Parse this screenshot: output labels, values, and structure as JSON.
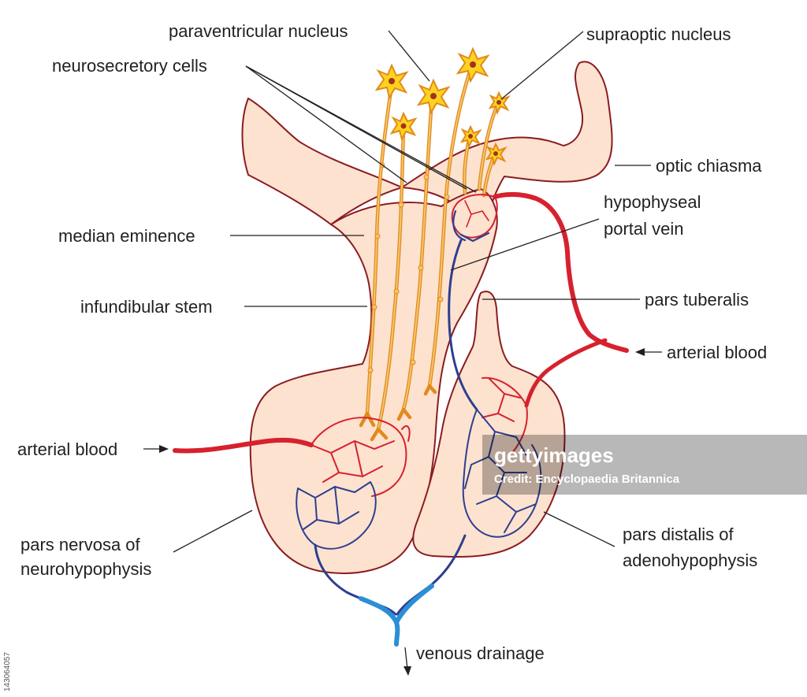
{
  "labels": {
    "paraventricular_nucleus": "paraventricular nucleus",
    "supraoptic_nucleus": "supraoptic nucleus",
    "neurosecretory_cells": "neurosecretory cells",
    "optic_chiasma": "optic chiasma",
    "hypophyseal_portal_vein_line1": "hypophyseal",
    "hypophyseal_portal_vein_line2": "portal vein",
    "median_eminence": "median eminence",
    "pars_tuberalis": "pars tuberalis",
    "infundibular_stem": "infundibular stem",
    "arterial_blood_right": "arterial blood",
    "arterial_blood_left": "arterial blood",
    "pars_nervosa_line1": "pars nervosa of",
    "pars_nervosa_line2": "neurohypophysis",
    "pars_distalis_line1": "pars distalis of",
    "pars_distalis_line2": "adenohypophysis",
    "venous_drainage": "venous drainage"
  },
  "watermark": {
    "brand": "gettyimages",
    "credit": "Credit: Encyclopaedia Britannica",
    "image_id": "143064057"
  },
  "colors": {
    "tissue_fill": "#fde2cf",
    "tissue_outline": "#8a1c22",
    "artery": "#d7212e",
    "vein": "#2d3f8f",
    "vein_drain": "#2a8fd6",
    "axon": "#e08b1c",
    "cell_body": "#ffd21f"
  }
}
